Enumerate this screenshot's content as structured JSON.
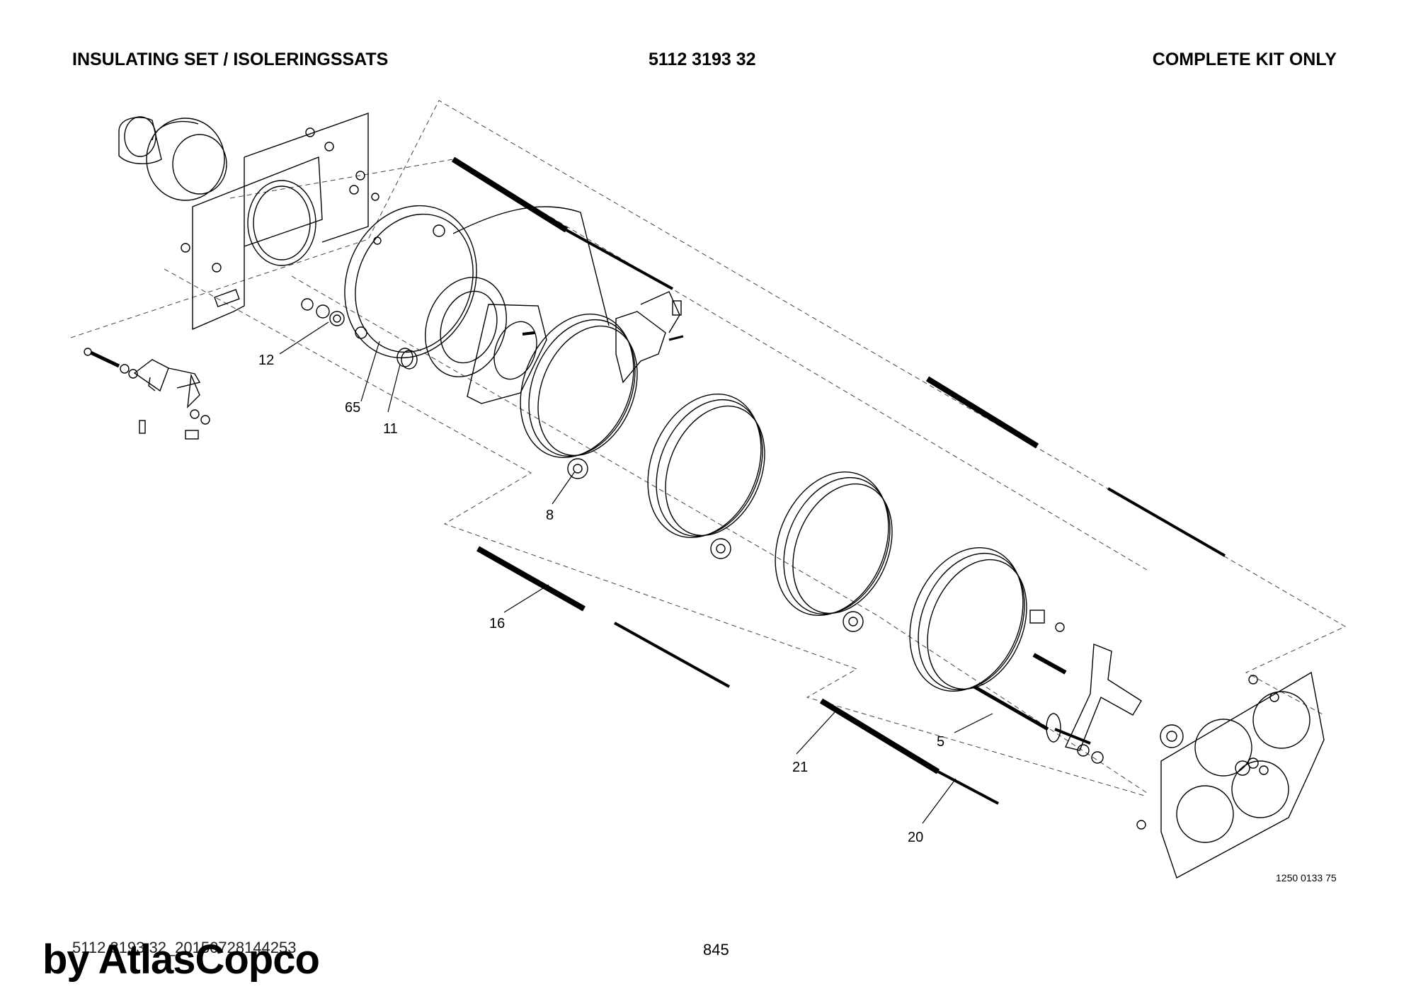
{
  "header": {
    "title": "INSULATING SET / ISOLERINGSSATS",
    "part_number": "5112 3193 32",
    "note": "COMPLETE KIT ONLY"
  },
  "callouts": [
    {
      "id": "12",
      "label": "12"
    },
    {
      "id": "65",
      "label": "65"
    },
    {
      "id": "11",
      "label": "11"
    },
    {
      "id": "8",
      "label": "8"
    },
    {
      "id": "16",
      "label": "16"
    },
    {
      "id": "21",
      "label": "21"
    },
    {
      "id": "5",
      "label": "5"
    },
    {
      "id": "20",
      "label": "20"
    }
  ],
  "drawing_number": "1250 0133 75",
  "footer": {
    "document_id": "5112 3193 32_20150728144253",
    "page_number": "845"
  },
  "watermark": "by AtlasCopco"
}
